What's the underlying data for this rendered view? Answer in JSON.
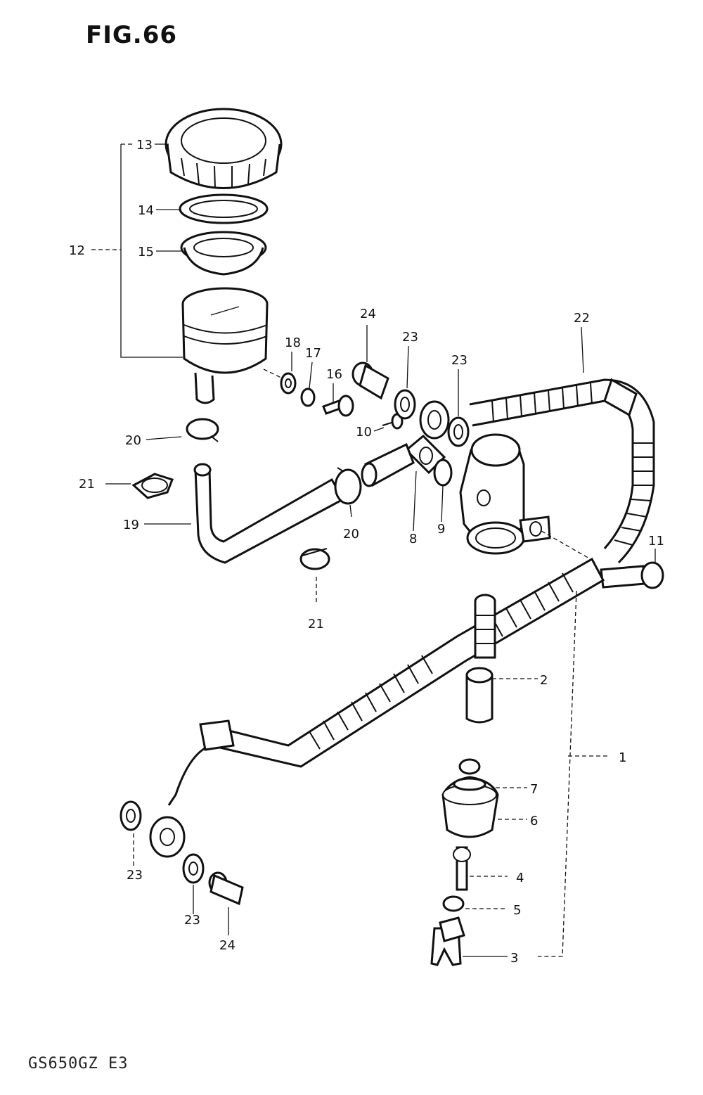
{
  "figure": {
    "title": "FIG.66",
    "model_code": "GS650GZ  E3"
  },
  "callouts": {
    "c1": "1",
    "c2": "2",
    "c3": "3",
    "c4": "4",
    "c5": "5",
    "c6": "6",
    "c7": "7",
    "c8": "8",
    "c9": "9",
    "c10": "10",
    "c11": "11",
    "c12": "12",
    "c13": "13",
    "c14": "14",
    "c15": "15",
    "c16": "16",
    "c17": "17",
    "c18": "18",
    "c19": "19",
    "c20a": "20",
    "c20b": "20",
    "c21a": "21",
    "c21b": "21",
    "c22": "22",
    "c23a": "23",
    "c23b": "23",
    "c23c": "23",
    "c23d": "23",
    "c24a": "24",
    "c24b": "24"
  }
}
